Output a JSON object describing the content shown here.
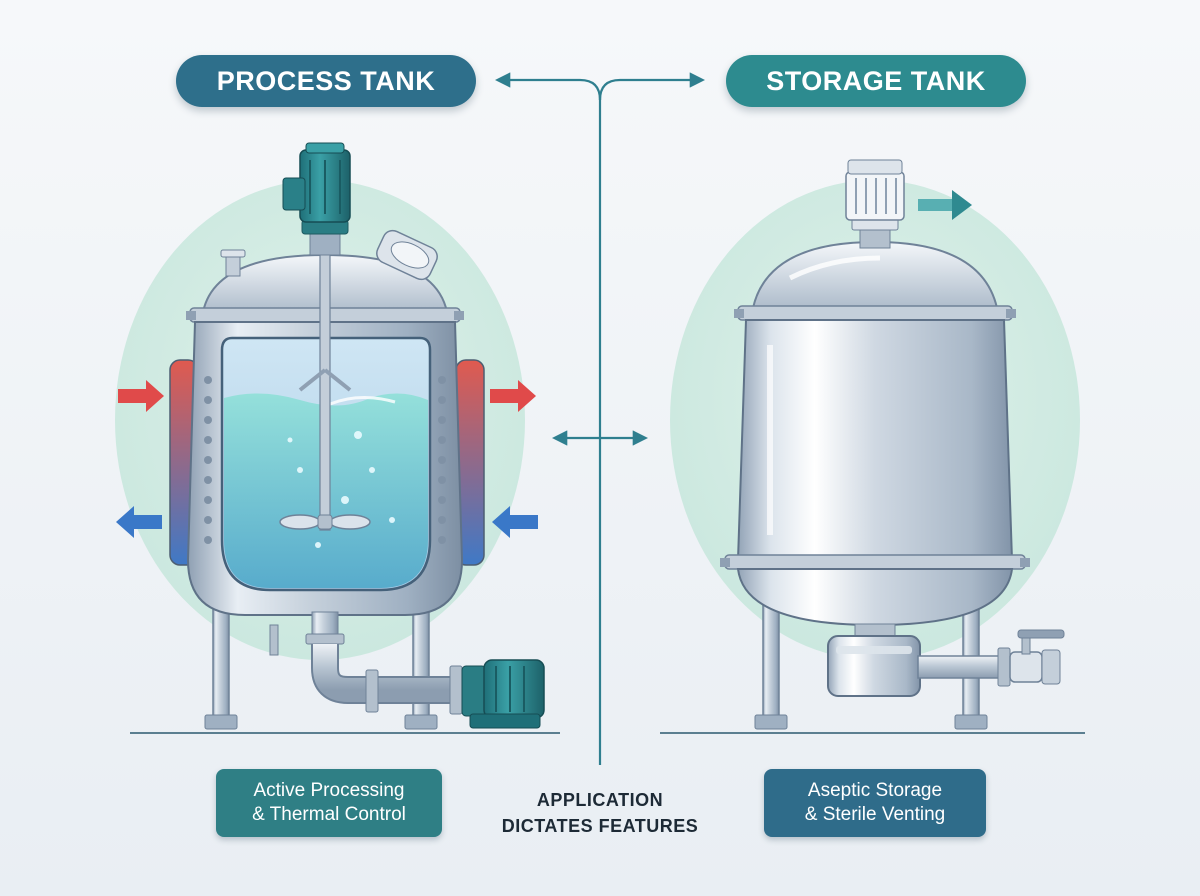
{
  "header": {
    "left_title": "PROCESS TANK",
    "right_title": "STORAGE TANK"
  },
  "captions": {
    "process_line1": "Active Processing",
    "process_line2": "& Thermal Control",
    "storage_line1": "Aseptic Storage",
    "storage_line2": "& Sterile Venting"
  },
  "center": {
    "line1": "APPLICATION",
    "line2": "DICTATES FEATURES"
  },
  "colors": {
    "process_accent": "#2e6f8b",
    "storage_accent": "#2d8b8f",
    "connector": "#2f7f8f",
    "hot_arrow": "#e04a4a",
    "cold_arrow": "#3a78c8",
    "liquid": "#7fd0cf",
    "motor": "#2f8a90",
    "steel": "#c9d4de"
  },
  "icons": [
    "motor-icon",
    "agitator-icon",
    "pump-icon",
    "valve-icon",
    "vent-filter-icon",
    "arrow-icon"
  ]
}
